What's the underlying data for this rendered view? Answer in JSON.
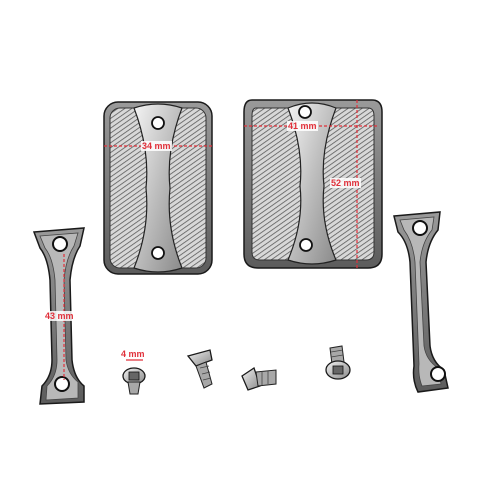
{
  "image": {
    "background": "#ffffff",
    "part_color": "#7a7a7a",
    "outline_color": "#1a1a1a",
    "dimension_color": "#e0303a"
  },
  "dimensions": {
    "small_cap_width": "34 mm",
    "large_cap_width": "41 mm",
    "large_cap_height": "52 mm",
    "bracket_length": "43 mm",
    "screw_size": "4 mm"
  }
}
